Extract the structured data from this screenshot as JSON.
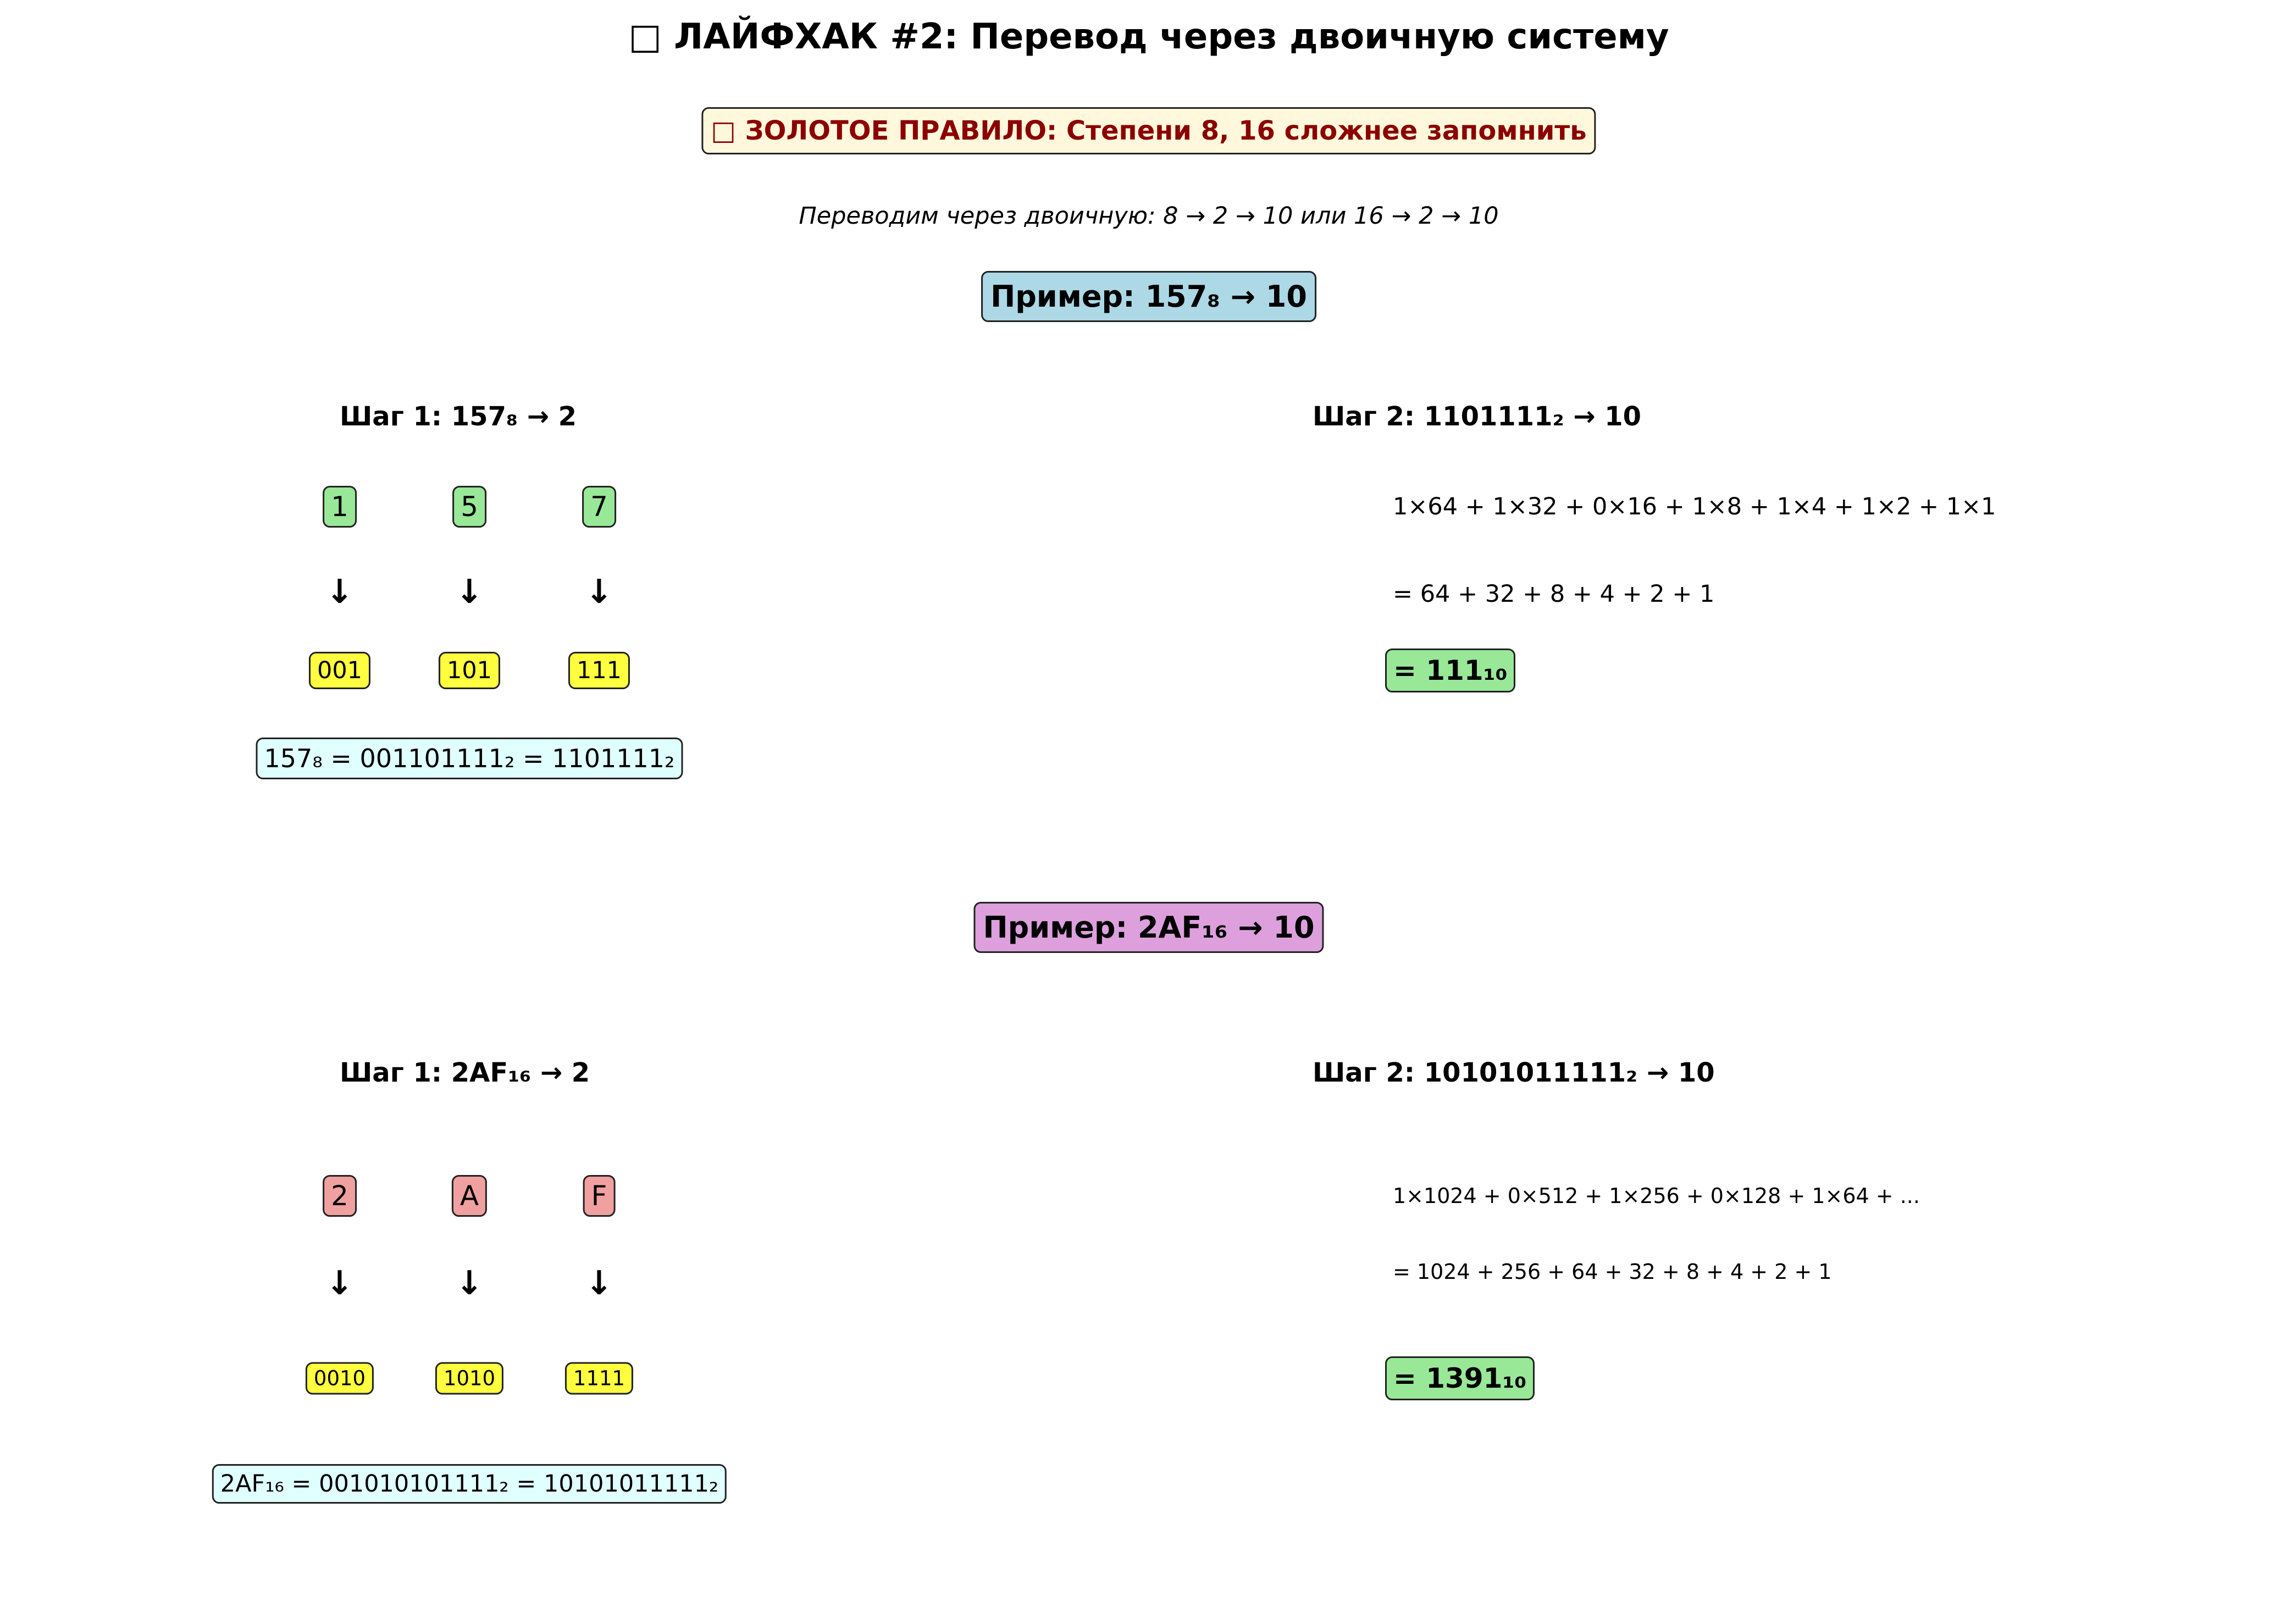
{
  "title": "□ ЛАЙФХАК #2: Перевод через двоичную систему",
  "rule": "□ ЗОЛОТОЕ ПРАВИЛО: Степени 8, 16 сложнее запомнить",
  "subtitle": "Переводим через двоичную: 8 → 2 → 10 или 16 → 2 → 10",
  "example1": {
    "header": "Пример: 157₈ → 10",
    "step1_title": "Шаг 1: 157₈ → 2",
    "digits": [
      "1",
      "5",
      "7"
    ],
    "arrows": [
      "↓",
      "↓",
      "↓"
    ],
    "binary_groups": [
      "001",
      "101",
      "111"
    ],
    "summary": "157₈ = 001101111₂ = 1101111₂",
    "step2_title": "Шаг 2: 1101111₂ → 10",
    "expansion": "1×64 + 1×32 + 0×16 + 1×8 + 1×4 + 1×2 + 1×1",
    "sum": "= 64 + 32 + 8 + 4 + 2 + 1",
    "result": "= 111₁₀"
  },
  "example2": {
    "header": "Пример: 2AF₁₆ → 10",
    "step1_title": "Шаг 1: 2AF₁₆ → 2",
    "digits": [
      "2",
      "A",
      "F"
    ],
    "arrows": [
      "↓",
      "↓",
      "↓"
    ],
    "binary_groups": [
      "0010",
      "1010",
      "1111"
    ],
    "summary": "2AF₁₆ = 001010101111₂ = 10101011111₂",
    "step2_title": "Шаг 2: 10101011111₂ → 10",
    "expansion": "1×1024 + 0×512 + 1×256 + 0×128 + 1×64 + ...",
    "sum": "= 1024 + 256 + 64 + 32 + 8 + 4 + 2 + 1",
    "result": "= 1391₁₀"
  },
  "colors": {
    "rule_text": "#8b0000",
    "rule_bg": "#fff8dc",
    "example1_bg": "#add8e6",
    "example2_bg": "#dda0dd",
    "octal_digit_bg": "#98e898",
    "hex_digit_bg": "#f0a0a0",
    "binary_bg": "#ffff40",
    "summary_bg": "#e0ffff",
    "result_bg": "#98e898"
  }
}
